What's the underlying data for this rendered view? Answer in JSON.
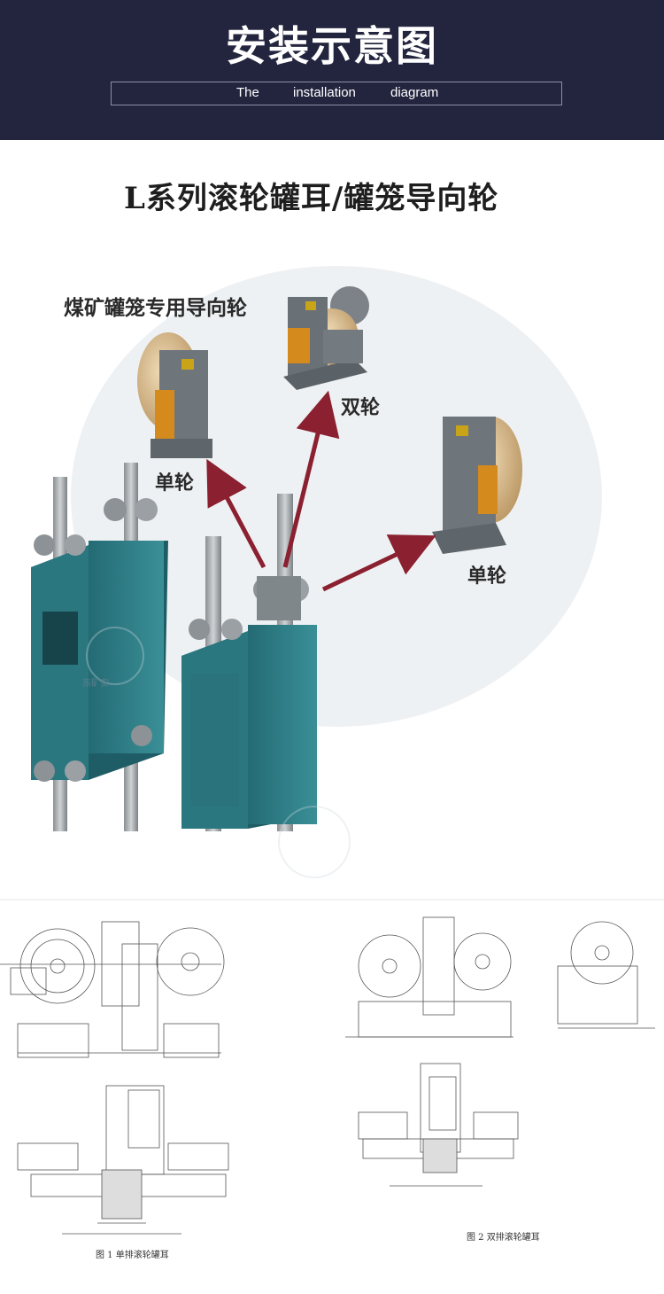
{
  "header": {
    "title": "安装示意图",
    "subtitle_words": [
      "The",
      "installation",
      "diagram"
    ]
  },
  "main": {
    "heading": "L系列滚轮罐耳/罐笼导向轮",
    "subheading": "煤矿罐笼专用导向轮",
    "labels": {
      "single_wheel_left": "单轮",
      "double_wheel": "双轮",
      "single_wheel_right": "单轮"
    },
    "watermark": "东矿安"
  },
  "drawings": {
    "fig1_caption": "图 1 单排滚轮罐耳",
    "fig2_caption": "图 2 双排滚轮罐耳"
  },
  "colors": {
    "header_bg": "#23253f",
    "cage_teal": "#2f7e86",
    "arrow_red": "#8a2030",
    "wheel_tan": "#d9b989"
  }
}
